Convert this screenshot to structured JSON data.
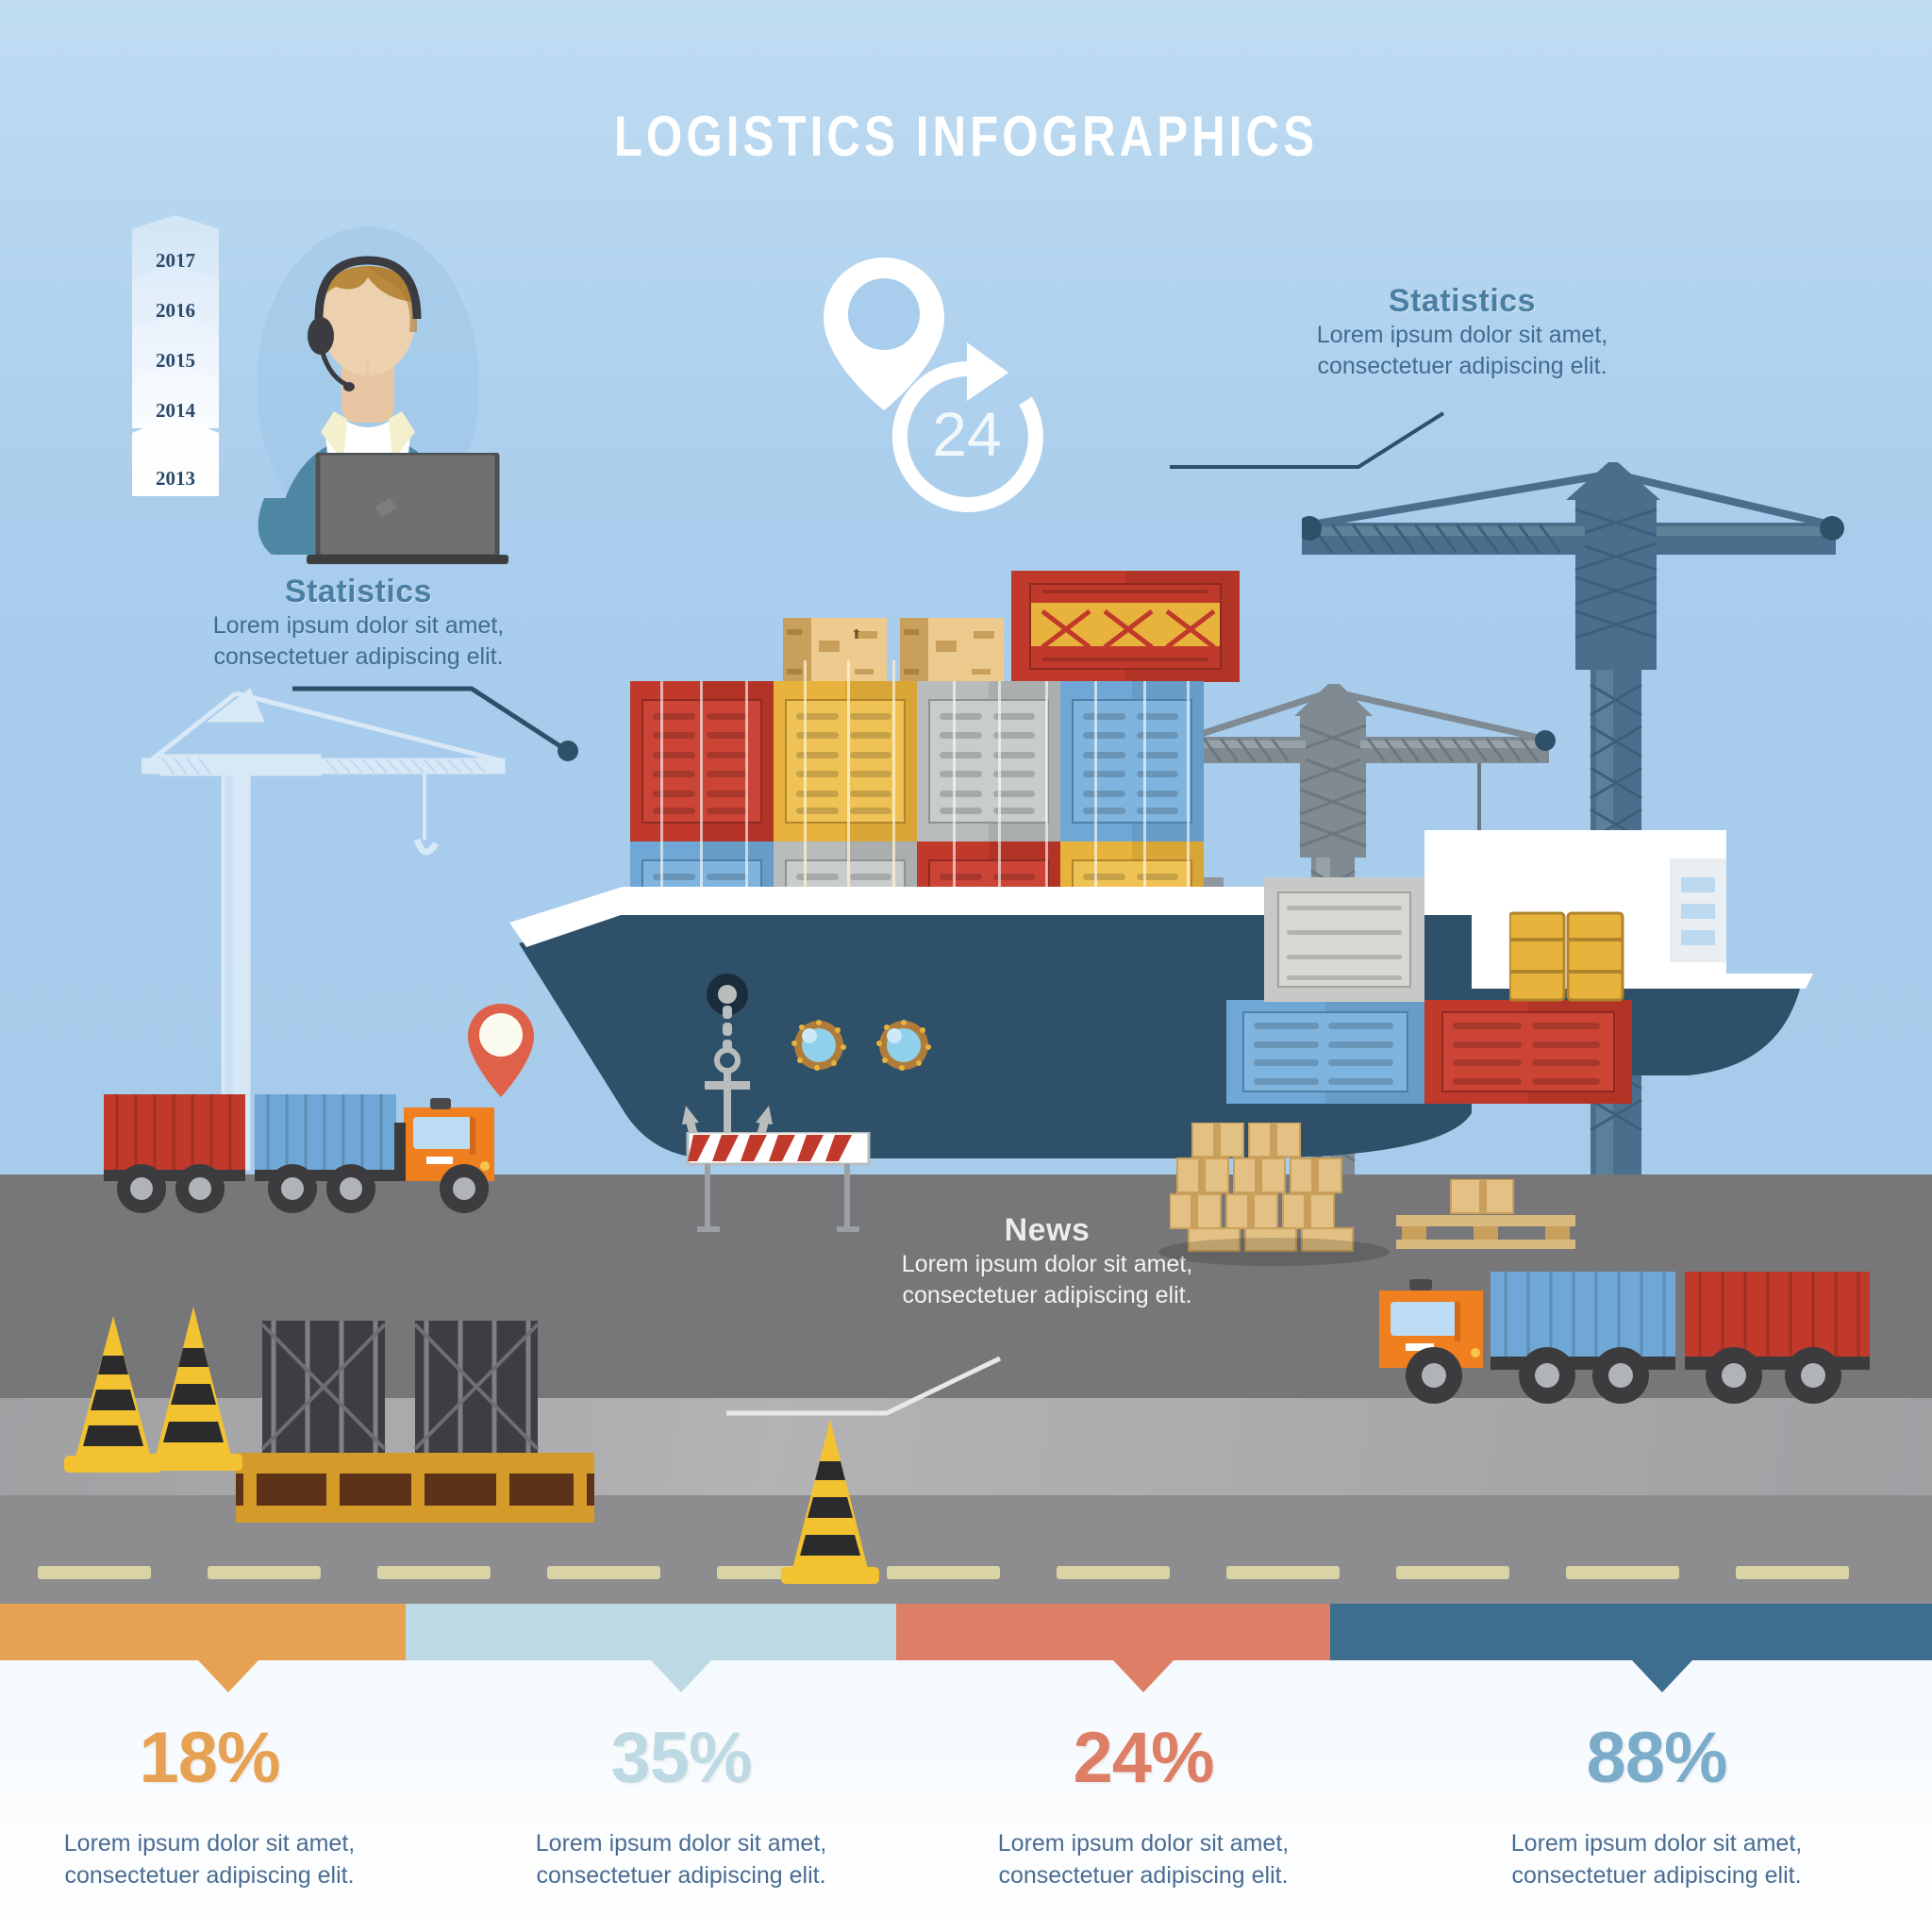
{
  "title": "LOGISTICS  INFOGRAPHICS",
  "timeline": {
    "name": "year-timeline",
    "years": [
      "2017",
      "2016",
      "2015",
      "2014",
      "2013"
    ]
  },
  "icons": {
    "location_pin_large": "map-pin-icon",
    "clock_24": "24-hour-service-icon",
    "clock_24_label": "24",
    "location_pin_small": "map-pin-red-icon"
  },
  "blocks": [
    {
      "id": "statistics-left",
      "heading": "Statistics",
      "body_line1": "Lorem ipsum dolor sit amet,",
      "body_line2": "consectetuer adipiscing elit.",
      "style": "blue"
    },
    {
      "id": "statistics-right",
      "heading": "Statistics",
      "body_line1": "Lorem ipsum dolor sit amet,",
      "body_line2": "consectetuer adipiscing elit.",
      "style": "blue"
    },
    {
      "id": "news",
      "heading": "News",
      "body_line1": "Lorem ipsum dolor sit amet,",
      "body_line2": "consectetuer adipiscing elit.",
      "style": "white"
    }
  ],
  "chart_data": {
    "type": "bar",
    "title": "LOGISTICS  INFOGRAPHICS",
    "categories": [
      "18%",
      "35%",
      "24%",
      "88%"
    ],
    "values": [
      18,
      35,
      24,
      88
    ],
    "series": [
      {
        "name": "segment-1",
        "value": 18,
        "label": "18%",
        "color": "#e6a153",
        "text_color": "#e6a153"
      },
      {
        "name": "segment-2",
        "value": 35,
        "label": "35%",
        "color": "#bdd9e3",
        "text_color": "#bdd9e3"
      },
      {
        "name": "segment-3",
        "value": 24,
        "label": "24%",
        "color": "#dd7f66",
        "text_color": "#dd7f66"
      },
      {
        "name": "segment-4",
        "value": 88,
        "label": "88%",
        "color": "#3d6e8f",
        "text_color": "#7badcb"
      }
    ],
    "xlabel": "",
    "ylabel": "",
    "ylim": [
      0,
      100
    ],
    "grid": false,
    "legend": "none"
  },
  "stats": [
    {
      "pct": "18%",
      "line1": "Lorem ipsum dolor sit amet,",
      "line2": "consectetuer adipiscing elit.",
      "color": "#e6a153",
      "num_color": "#e6a153"
    },
    {
      "pct": "35%",
      "line1": "Lorem ipsum dolor sit amet,",
      "line2": "consectetuer adipiscing elit.",
      "color": "#bdd9e3",
      "num_color": "#bdd9e3"
    },
    {
      "pct": "24%",
      "line1": "Lorem ipsum dolor sit amet,",
      "line2": "consectetuer adipiscing elit.",
      "color": "#dd7f66",
      "num_color": "#dd7f66"
    },
    {
      "pct": "88%",
      "line1": "Lorem ipsum dolor sit amet,",
      "line2": "consectetuer adipiscing elit.",
      "color": "#3d6e8f",
      "num_color": "#7badcb"
    }
  ],
  "colors": {
    "sky_top": "#bfdcf2",
    "sky_bottom": "#a7cbea",
    "ground": "#77777a",
    "road": "#8d8d90",
    "ship_hull": "#2e5068",
    "container_red": "#c0392b",
    "container_yellow": "#e8b33c",
    "container_gray": "#b8bcbd",
    "container_blue": "#6fa8d6",
    "truck_orange": "#ef7f1f",
    "crane_steel": "#5b7a93",
    "heading_blue": "#4a7fa3",
    "body_blue": "#3f6d90"
  },
  "scene": {
    "operator": "call-center-operator-illustration",
    "ship": "container-ship-illustration",
    "cranes": [
      "port-crane-left-ghost",
      "port-crane-middle",
      "port-crane-right"
    ],
    "trucks": [
      "container-truck-left",
      "container-truck-right"
    ],
    "cones": [
      "traffic-cone-1",
      "traffic-cone-2",
      "traffic-cone-3"
    ],
    "pallets": "cardboard-box-stack",
    "barrier": "road-barrier"
  }
}
